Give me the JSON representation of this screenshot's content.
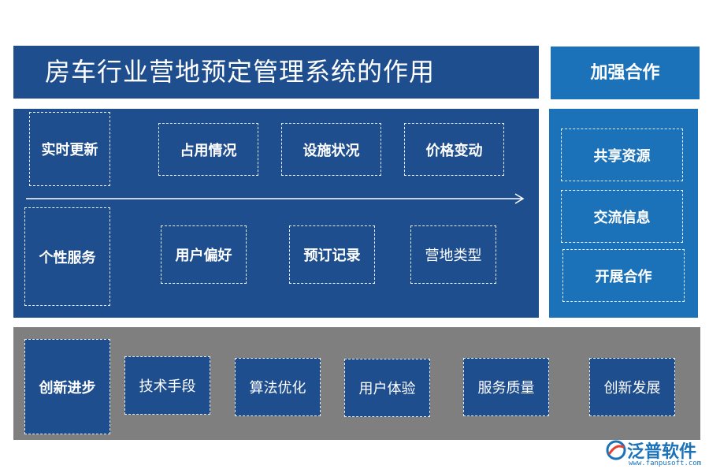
{
  "title": "房车行业营地预定管理系统的作用",
  "side_header": "加强合作",
  "realtime": {
    "label": "实时更新",
    "items": [
      "占用情况",
      "设施状况",
      "价格变动"
    ]
  },
  "personal": {
    "label": "个性服务",
    "items": [
      "用户偏好",
      "预订记录",
      "营地类型"
    ]
  },
  "cooperation": {
    "items": [
      "共享资源",
      "交流信息",
      "开展合作"
    ]
  },
  "innovation": {
    "label": "创新进步",
    "items": [
      "技术手段",
      "算法优化",
      "用户体验",
      "服务质量",
      "创新发展"
    ]
  },
  "logo": {
    "name": "泛普软件",
    "url": "www.fanpusoft.com"
  },
  "colors": {
    "dark_blue": "#1f4e8f",
    "bright_blue": "#1c72b9",
    "gray": "#7f7f7f"
  }
}
